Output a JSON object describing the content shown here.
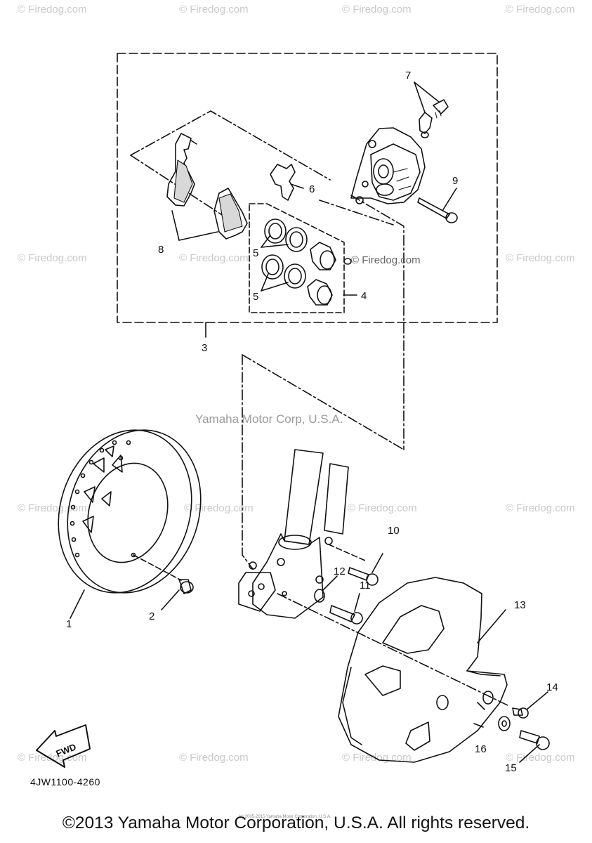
{
  "diagram": {
    "part_labels": [
      "1",
      "2",
      "3",
      "4",
      "5",
      "5",
      "6",
      "7",
      "8",
      "9",
      "10",
      "11",
      "12",
      "13",
      "14",
      "15",
      "16"
    ],
    "fwd_label": "FWD",
    "part_code": "4JW1100-4260",
    "watermark_center": "Yamaha Motor Corp, U.S.A.",
    "watermark_small": "© Firedog.com",
    "inline_watermark": "© Firedog.com",
    "tiny_credit": "(c) 2005-2015 Yamaha Motor Corporation, U.S.A.",
    "copyright": "©2013 Yamaha Motor Corporation, U.S.A. All rights reserved."
  }
}
